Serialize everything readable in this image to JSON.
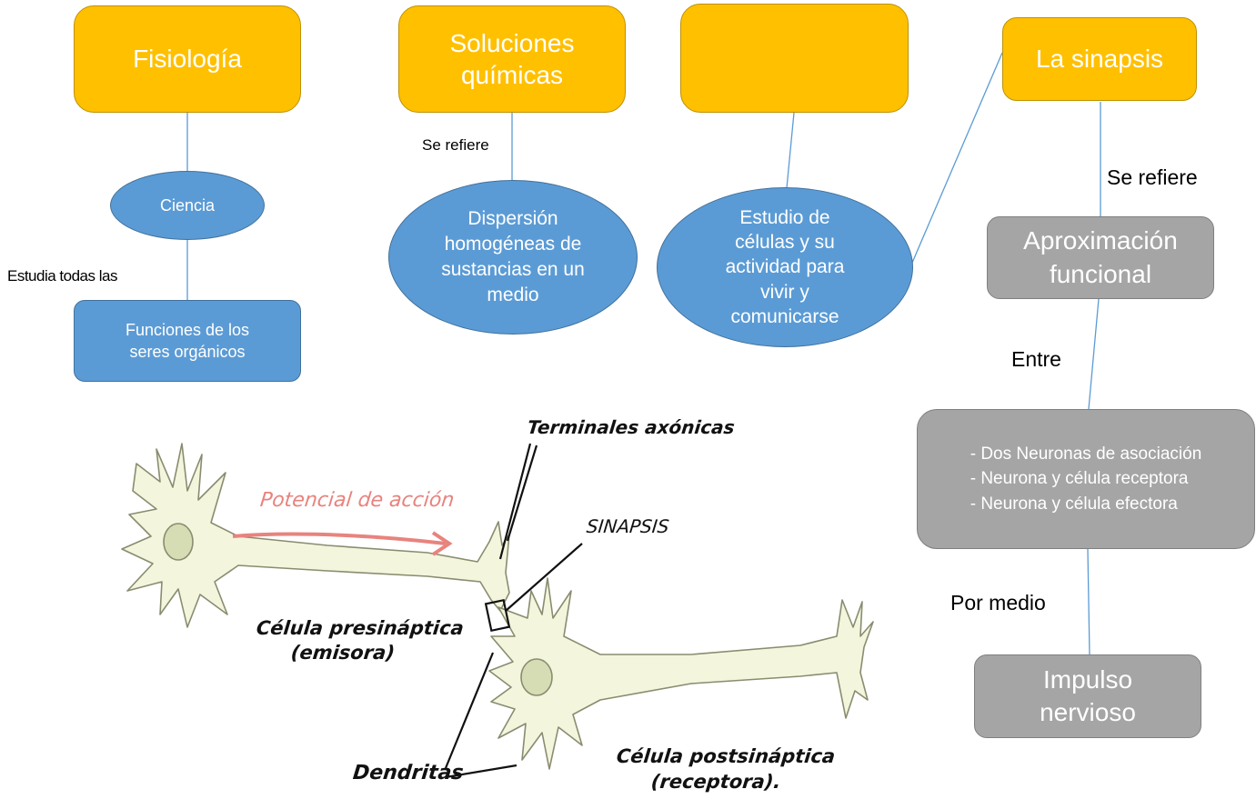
{
  "nodes": {
    "fisiologia": "Fisiología",
    "soluciones": "Soluciones químicas",
    "empty_gold": "",
    "sinapsis": "La sinapsis",
    "ciencia": "Ciencia",
    "funciones": "Funciones de los seres orgánicos",
    "dispersion": "Dispersión homogéneas de sustancias en un medio",
    "estudio": "Estudio de células y su actividad para vivir y comunicarse",
    "aproximacion": "Aproximación funcional",
    "impulso": "Impulso nervioso"
  },
  "between_items": [
    "- Dos Neuronas de asociación",
    "- Neurona y célula receptora",
    "- Neurona y célula efectora"
  ],
  "connectors": {
    "estudia": "Estudia todas las",
    "se_refiere_1": "Se refiere",
    "se_refiere_2": "Se refiere",
    "entre": "Entre",
    "por_medio": "Por medio"
  },
  "illustration": {
    "terminales": "Terminales axónicas",
    "potencial": "Potencial de acción",
    "sinapsis_label": "SINAPSIS",
    "presinaptica_1": "Célula presináptica",
    "presinaptica_2": "(emisora)",
    "dendritas": "Dendritas",
    "postsinaptica_1": "Célula postsináptica",
    "postsinaptica_2": "(receptora)."
  },
  "colors": {
    "gold": "#FFC000",
    "blue": "#5B9BD5",
    "gray": "#A5A5A5",
    "line": "#5B9BD5",
    "arrow": "#E8837E",
    "neuron": "#F3F5DC"
  }
}
